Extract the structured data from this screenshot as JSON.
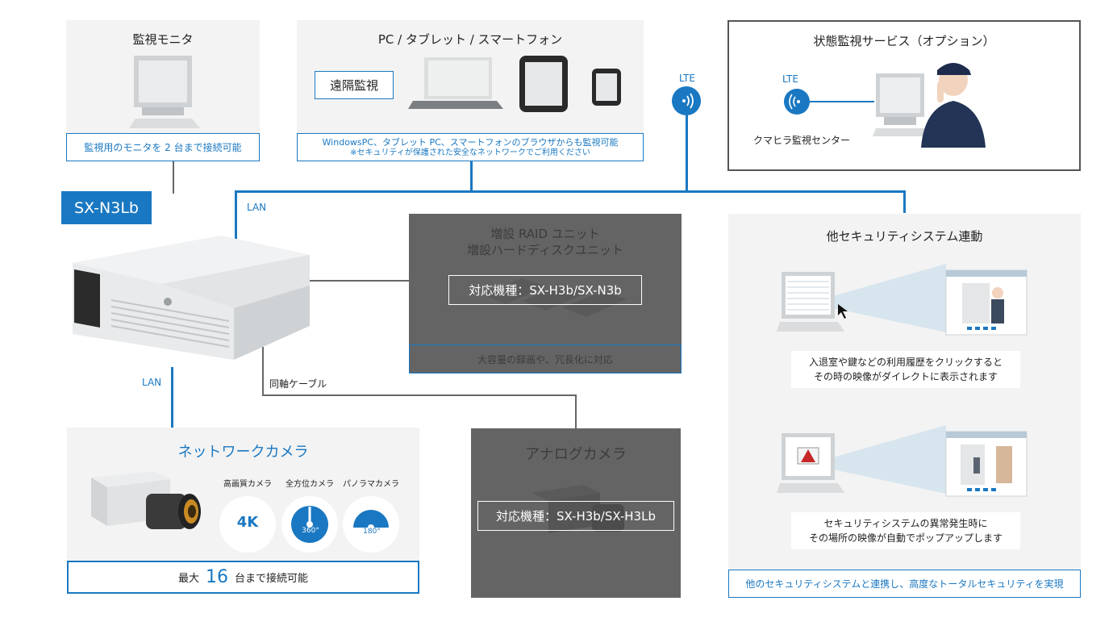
{
  "monitor_panel": {
    "title": "監視モニタ",
    "note": "監視用のモニタを 2 台まで接続可能"
  },
  "remote_panel": {
    "title": "PC / タブレット / スマートフォン",
    "remote_label": "遠隔監視",
    "note_line1": "WindowsPC、タブレット PC、スマートフォンのブラウザからも監視可能",
    "note_line2": "※セキュリティが保護された安全なネットワークでご利用ください"
  },
  "lte_main": "LTE",
  "status_panel": {
    "title": "状態監視サービス（オプション）",
    "lte": "LTE",
    "center": "クマヒラ監視センター"
  },
  "model_badge": "SX-N3Lb",
  "lan_top": "LAN",
  "lan_bottom": "LAN",
  "coax_label": "同軸ケーブル",
  "raid_panel": {
    "title_line1": "増設 RAID ユニット",
    "title_line2": "増設ハードディスクユニット",
    "spec": "対応機種：SX-H3b/SX-N3b",
    "note": "大容量の録画や、冗長化に対応"
  },
  "security_panel": {
    "title": "他セキュリティシステム連動",
    "desc1_line1": "入退室や鍵などの利用履歴をクリックすると",
    "desc1_line2": "その時の映像がダイレクトに表示されます",
    "desc2_line1": "セキュリティシステムの異常発生時に",
    "desc2_line2": "その場所の映像が自動でポップアップします",
    "note": "他のセキュリティシステムと連携し、高度なトータルセキュリティを実現"
  },
  "network_camera": {
    "title": "ネットワークカメラ",
    "types": [
      {
        "label": "高画質カメラ",
        "value": "4K"
      },
      {
        "label": "全方位カメラ",
        "value": "360°"
      },
      {
        "label": "パノラマカメラ",
        "value": "180°"
      }
    ],
    "note_prefix": "最大",
    "note_number": "16",
    "note_suffix": "台まで接続可能"
  },
  "analog_camera": {
    "title": "アナログカメラ",
    "spec": "対応機種：SX-H3b/SX-H3Lb"
  },
  "colors": {
    "accent": "#1a78c2",
    "panel_bg": "#f3f3f3",
    "dark_panel": "#646464"
  }
}
